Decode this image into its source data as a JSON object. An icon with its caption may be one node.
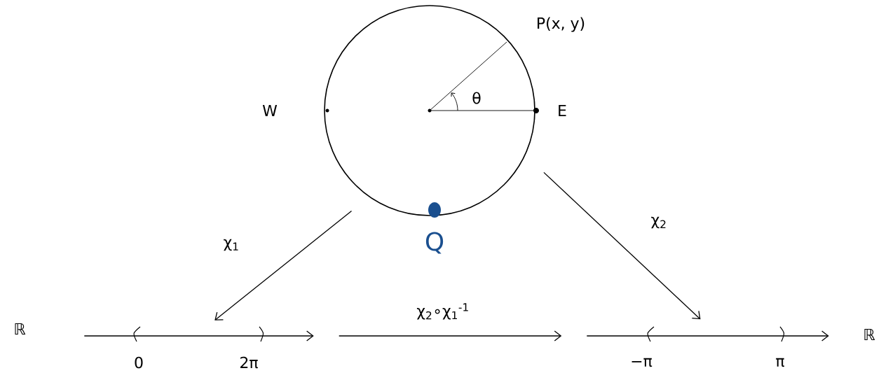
{
  "diagram": {
    "nodes": [
      {
        "text": [],
        "shape": "circle"
      },
      {
        "text": [],
        "shape": "bar",
        "beside": [
          "ℝ"
        ]
      },
      {
        "text": [],
        "shape": "bar",
        "beside": [
          "ℝ"
        ]
      }
    ],
    "edges": [
      {
        "from": 0,
        "to": 1,
        "arrow": "to",
        "label": "χ$_{1}$"
      },
      {
        "from": 0,
        "to": 2,
        "arrow": "to",
        "label": "χ$_{2}$"
      },
      {
        "from": 1,
        "to": 2,
        "arrow": "to",
        "label": "χ$_{2}$∘χ$_{1}$$^{-1}$"
      }
    ],
    "labels": [
      "P(x, y)",
      "W",
      "θ",
      "E",
      "Q",
      "0",
      "2π",
      "−π",
      "π"
    ]
  }
}
